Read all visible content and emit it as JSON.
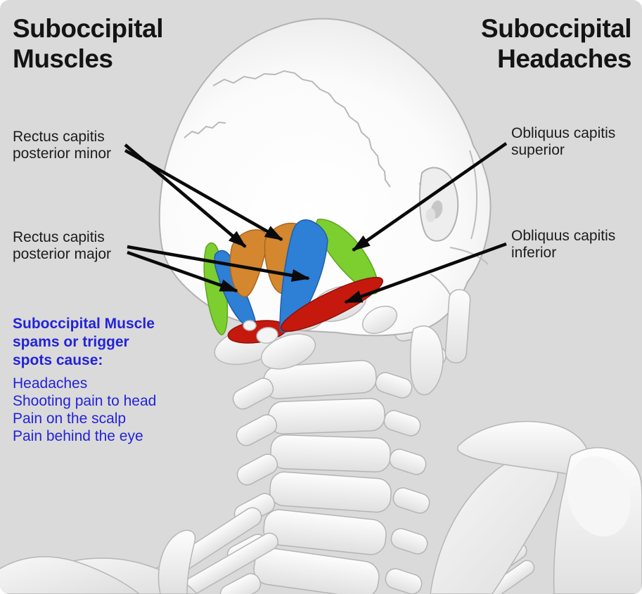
{
  "titles": {
    "left": "Suboccipital\nMuscles",
    "right": "Suboccipital\nHeadaches"
  },
  "labels": {
    "rectus_minor": {
      "text": "Rectus capitis\nposterior minor",
      "muscle_color": "#d4872e"
    },
    "rectus_major": {
      "text": "Rectus capitis\nposterior major",
      "muscle_color": "#2e7fd6"
    },
    "obliquus_superior": {
      "text": "Obliquus capitis\nsuperior",
      "muscle_color": "#7ccf2f"
    },
    "obliquus_inferior": {
      "text": "Obliquus capitis\ninferior",
      "muscle_color": "#c6190e"
    }
  },
  "symptoms": {
    "heading": "Suboccipital Muscle\nspams or trigger\nspots cause:",
    "items": [
      "Headaches",
      "Shooting pain to head",
      "Pain on the scalp",
      "Pain behind the eye"
    ]
  },
  "colors": {
    "background": "#dadada",
    "title_text": "#141414",
    "label_text": "#1c1c1c",
    "symptom_text": "#2323d9",
    "arrow": "#0a0a0a",
    "muscle_orange": "#d4872e",
    "muscle_blue": "#2e7fd6",
    "muscle_green": "#7ccf2f",
    "muscle_red": "#c6190e",
    "bone_light": "#fbfbfb",
    "bone_shadow": "#b6b6b6"
  }
}
